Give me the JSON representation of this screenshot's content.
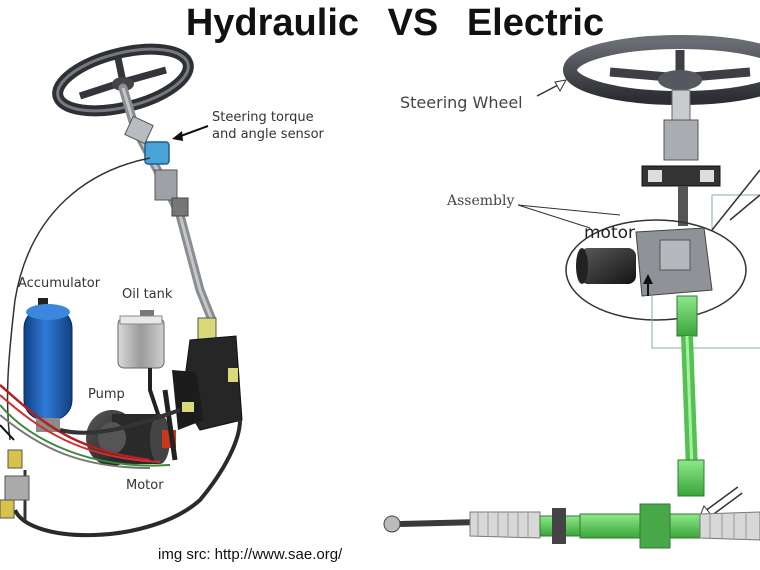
{
  "title": "Hydraulic   VS   Electric",
  "hydraulic": {
    "sensor_label_line1": "Steering torque",
    "sensor_label_line2": "and angle sensor",
    "accumulator_label": "Accumulator",
    "oil_tank_label": "Oil tank",
    "pump_label": "Pump",
    "motor_label": "Motor"
  },
  "electric": {
    "steering_wheel_label": "Steering Wheel",
    "assembly_label": "Assembly",
    "motor_label": "motor"
  },
  "credit": "img src: http://www.sae.org/",
  "colors": {
    "accumulator_blue": "#1f5fb0",
    "green_parts": "#5ec95a",
    "wheel_gray": "#3d3f44"
  }
}
